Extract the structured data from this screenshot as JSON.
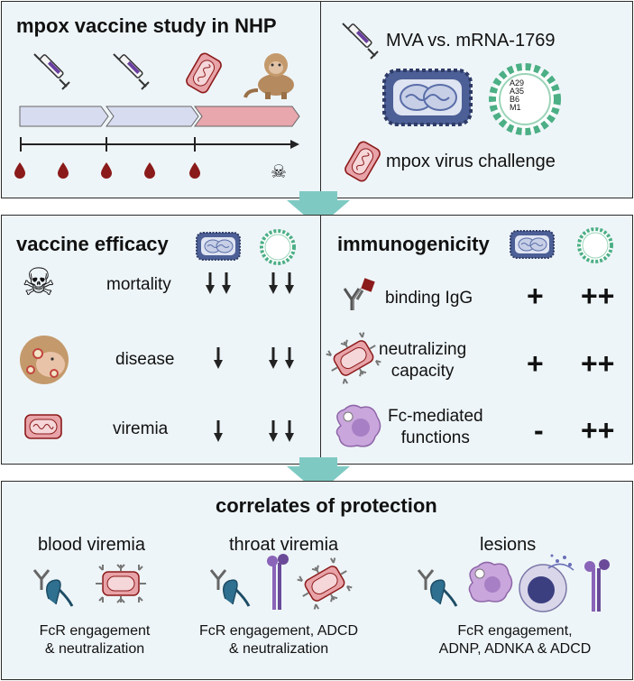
{
  "study": {
    "title": "mpox vaccine study in NHP"
  },
  "design": {
    "comparison": "MVA vs. mRNA-1769",
    "antigens": [
      "A29",
      "A35",
      "B6",
      "M1"
    ],
    "challenge": "mpox virus challenge"
  },
  "efficacy": {
    "title": "vaccine efficacy",
    "rows": [
      {
        "label": "mortality",
        "mva": "↓↓",
        "mrna": "↓↓"
      },
      {
        "label": "disease",
        "mva": "↓",
        "mrna": "↓↓"
      },
      {
        "label": "viremia",
        "mva": "↓",
        "mrna": "↓↓"
      }
    ]
  },
  "immunogenicity": {
    "title": "immunogenicity",
    "rows": [
      {
        "label": "binding IgG",
        "mva": "+",
        "mrna": "++"
      },
      {
        "label1": "neutralizing",
        "label2": "capacity",
        "mva": "+",
        "mrna": "++"
      },
      {
        "label1": "Fc-mediated",
        "label2": "functions",
        "mva": "-",
        "mrna": "++"
      }
    ]
  },
  "correlates": {
    "title": "correlates of protection",
    "groups": [
      {
        "name": "blood viremia",
        "line1": "FcR engagement",
        "line2": "& neutralization"
      },
      {
        "name": "throat viremia",
        "line1": "FcR engagement, ADCD",
        "line2": "& neutralization"
      },
      {
        "name": "lesions",
        "line1": "FcR engagement,",
        "line2": "ADNP, ADNKA & ADCD"
      }
    ]
  },
  "colors": {
    "panel_bg": "#eef5f8",
    "connector": "#7ecac3",
    "blood": "#8b1a1a",
    "syringe_liquid": "#6a3fa0",
    "arrow_vaccine": "#d8dcf0",
    "arrow_challenge": "#e8a6ad",
    "virus_fill": "#e8a3a8",
    "mva_fill": "#5a6ea8",
    "lnp": "#4caf85",
    "macrophage": "#c9a6dc"
  }
}
